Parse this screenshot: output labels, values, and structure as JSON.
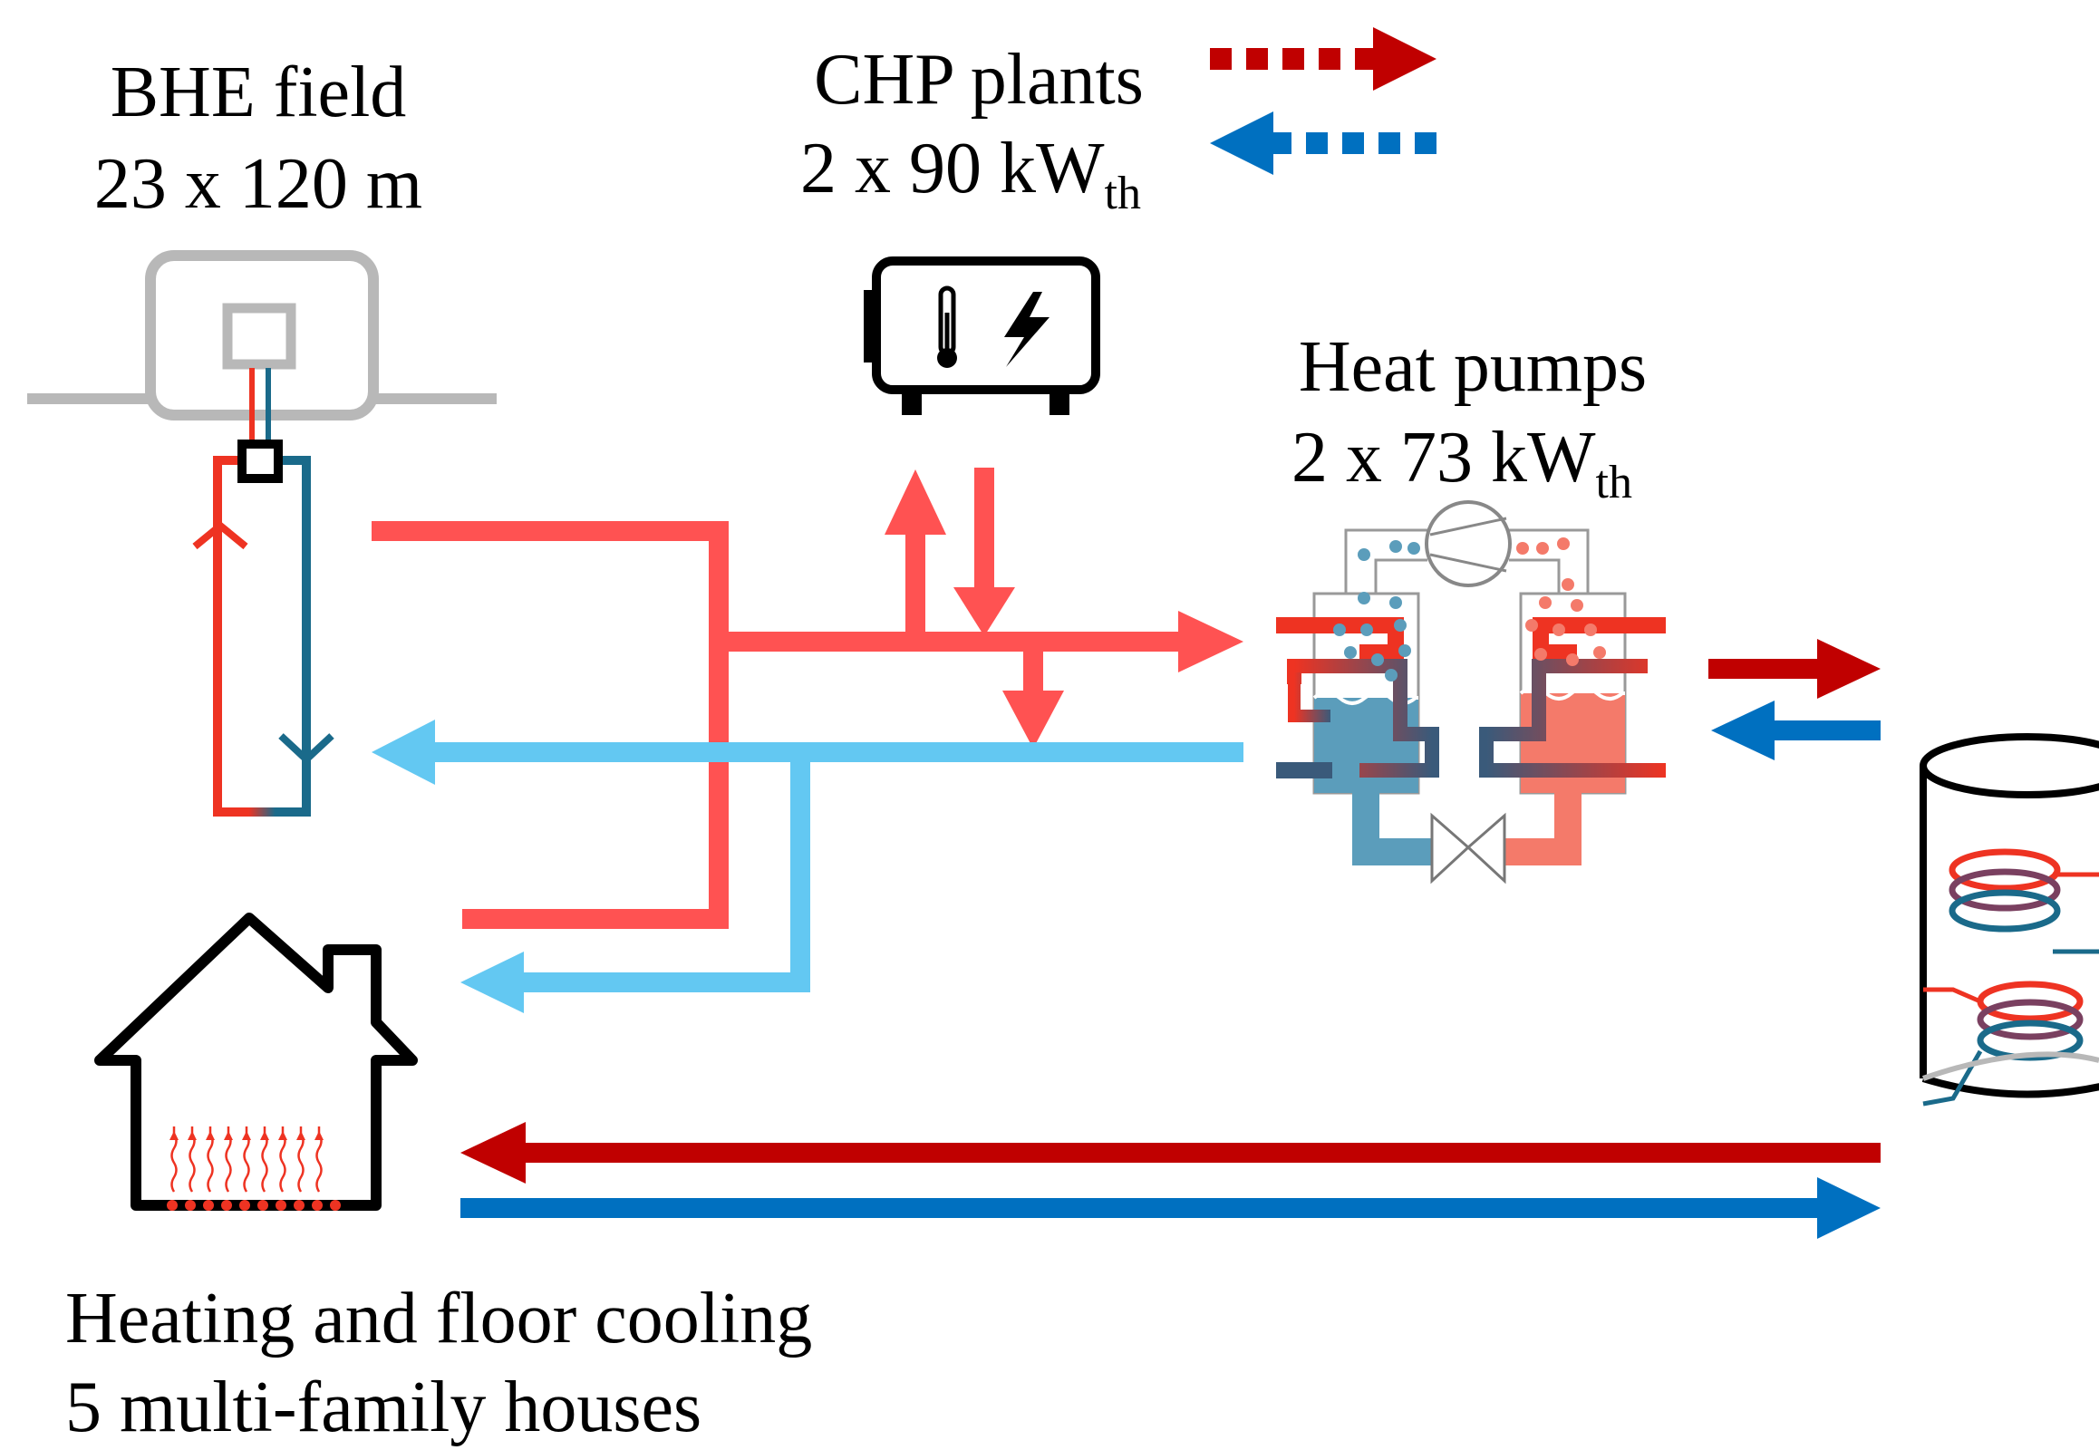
{
  "labels": {
    "bhe_title": "BHE field",
    "bhe_size": "23 x 120 m",
    "chp_title": "CHP plants",
    "chp_power": "2 x 90 kW",
    "chp_unit_sub": "th",
    "hp_title": "Heat pumps",
    "hp_power": "2 x 73 kW",
    "hp_unit_sub": "th",
    "house_line1": "Heating and floor cooling",
    "house_line2": "5 multi-family houses"
  },
  "colors": {
    "hot_pipe": "#ff5252",
    "cold_pipe": "#63c8f2",
    "dark_red": "#c00000",
    "dark_blue": "#0070c0",
    "bhe_red": "#ee3322",
    "bhe_blue": "#1a6a8a",
    "hp_cold": "#5b9dbb",
    "hp_warm": "#f47a6a",
    "grey": "#b8b8b8"
  },
  "icons": {
    "legend_flow": "dashed-arrow-legend",
    "chp": "chp-unit-icon",
    "thermometer": "thermometer-icon",
    "lightning": "lightning-icon",
    "bhe": "borehole-icon",
    "heat_pump": "heat-pump-icon",
    "compressor": "compressor-icon",
    "valve": "expansion-valve-icon",
    "house": "house-icon",
    "storage": "storage-tank-icon"
  }
}
